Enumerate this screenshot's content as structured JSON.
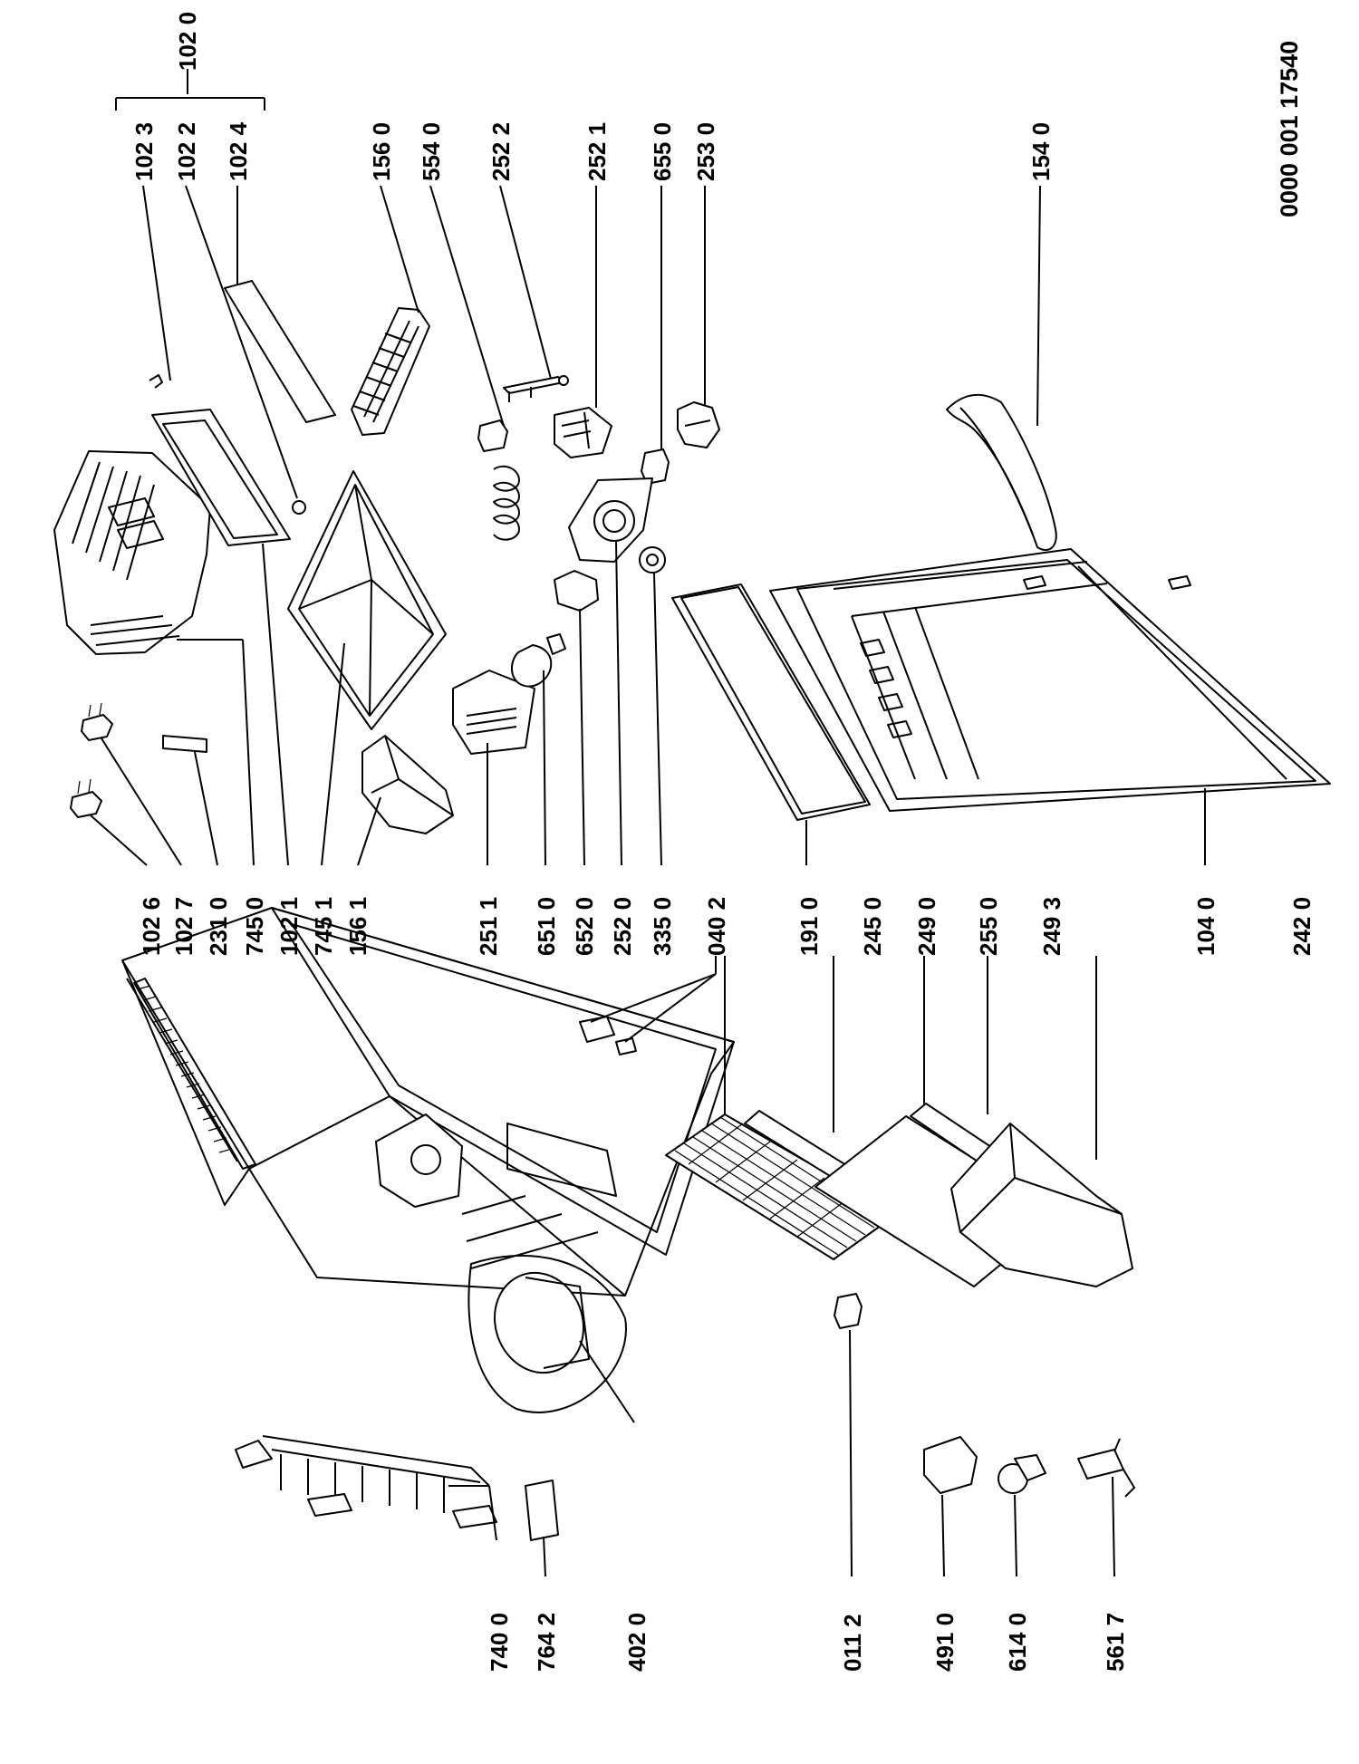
{
  "drawing_code": "0000 001 17540",
  "labels": {
    "p1026": "102 6",
    "p1027": "102 7",
    "p2310": "231 0",
    "p7450": "745 0",
    "p1021": "102 1",
    "p7451": "745 1",
    "p1561": "156 1",
    "p2511": "251 1",
    "p6510": "651 0",
    "p6520": "652 0",
    "p2520": "252 0",
    "p3350": "335 0",
    "p0402": "040 2",
    "p1910": "191 0",
    "p2450": "245 0",
    "p2490": "249 0",
    "p2550": "255 0",
    "p2493": "249 3",
    "p1040": "104 0",
    "p2420": "242 0",
    "p7400": "740 0",
    "p7642": "764 2",
    "p4020": "402 0",
    "p0112": "011 2",
    "p4910": "491 0",
    "p6140": "614 0",
    "p5617": "561 7",
    "p1023": "102 3",
    "p1022": "102 2",
    "p1024": "102 4",
    "p1020": "102 0",
    "p1560": "156 0",
    "p5540": "554 0",
    "p2522": "252 2",
    "p2521": "252 1",
    "p6550": "655 0",
    "p2530": "253 0",
    "p1540": "154 0"
  }
}
